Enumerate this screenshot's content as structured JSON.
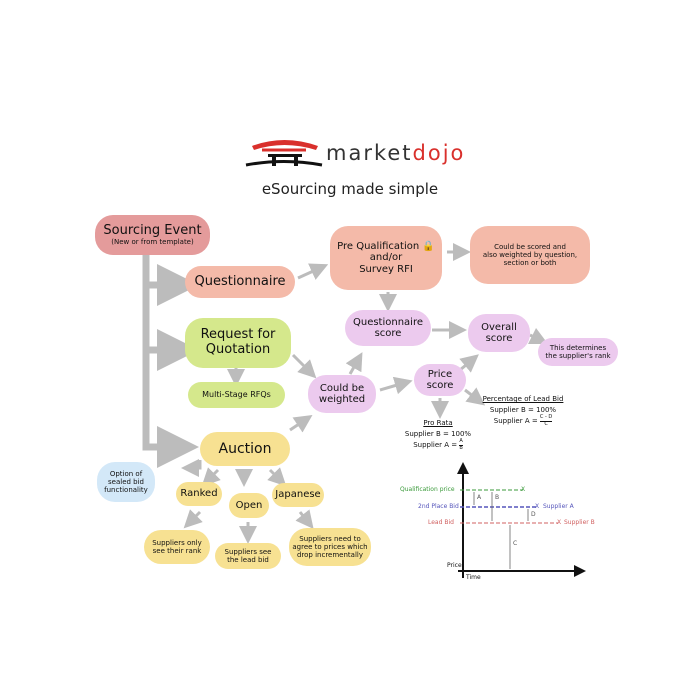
{
  "logo": {
    "brand_light": "market",
    "brand_bold": "dojo",
    "tagline": "eSourcing made simple"
  },
  "colors": {
    "brand_red": "#d9302c",
    "arrow": "#bcbcbc"
  },
  "nodes": {
    "sourcing_event": {
      "title": "Sourcing Event",
      "subtitle": "(New or from template)"
    },
    "questionnaire": "Questionnaire",
    "pre_qualification": {
      "line1": "Pre Qualification",
      "line2": "and/or",
      "line3": "Survey RFI",
      "icon": "lock-icon"
    },
    "could_be_scored": {
      "line1": "Could be scored and",
      "line2": "also weighted by question,",
      "line3": "section or both"
    },
    "rfq": {
      "line1": "Request for",
      "line2": "Quotation"
    },
    "multi_stage": "Multi-Stage RFQs",
    "questionnaire_score": {
      "line1": "Questionnaire",
      "line2": "score"
    },
    "overall_score": {
      "line1": "Overall",
      "line2": "score"
    },
    "determines_rank": {
      "line1": "This determines",
      "line2": "the supplier's rank"
    },
    "could_be_weighted": {
      "line1": "Could be",
      "line2": "weighted"
    },
    "price_score": {
      "line1": "Price",
      "line2": "score"
    },
    "pct_lead_bid": {
      "title": "Percentage of Lead Bid",
      "line1": "Supplier B = 100%",
      "line2": "Supplier A = ",
      "frac_num": "C - D",
      "frac_den": "C"
    },
    "pro_rata": {
      "title": "Pro Rata",
      "line1": "Supplier B = 100%",
      "line2": "Supplier A = ",
      "frac_num": "A",
      "frac_den": "B"
    },
    "auction": "Auction",
    "sealed_bid": {
      "line1": "Option of",
      "line2": "sealed bid",
      "line3": "functionality"
    },
    "ranked": "Ranked",
    "open": "Open",
    "japanese": "Japanese",
    "ranked_desc": {
      "line1": "Suppliers only",
      "line2": "see their rank"
    },
    "open_desc": {
      "line1": "Suppliers see",
      "line2": "the lead bid"
    },
    "japanese_desc": {
      "line1": "Suppliers need to",
      "line2": "agree to prices which",
      "line3": "drop incrementally"
    }
  },
  "graph": {
    "qualification": "Qualification price",
    "second": "2nd Place Bid",
    "lead": "Lead Bid",
    "supplier_a": "Supplier A",
    "supplier_b": "Supplier B",
    "price": "Price",
    "time": "Time",
    "a": "A",
    "b": "B",
    "c": "C",
    "d": "D",
    "x": "X"
  }
}
